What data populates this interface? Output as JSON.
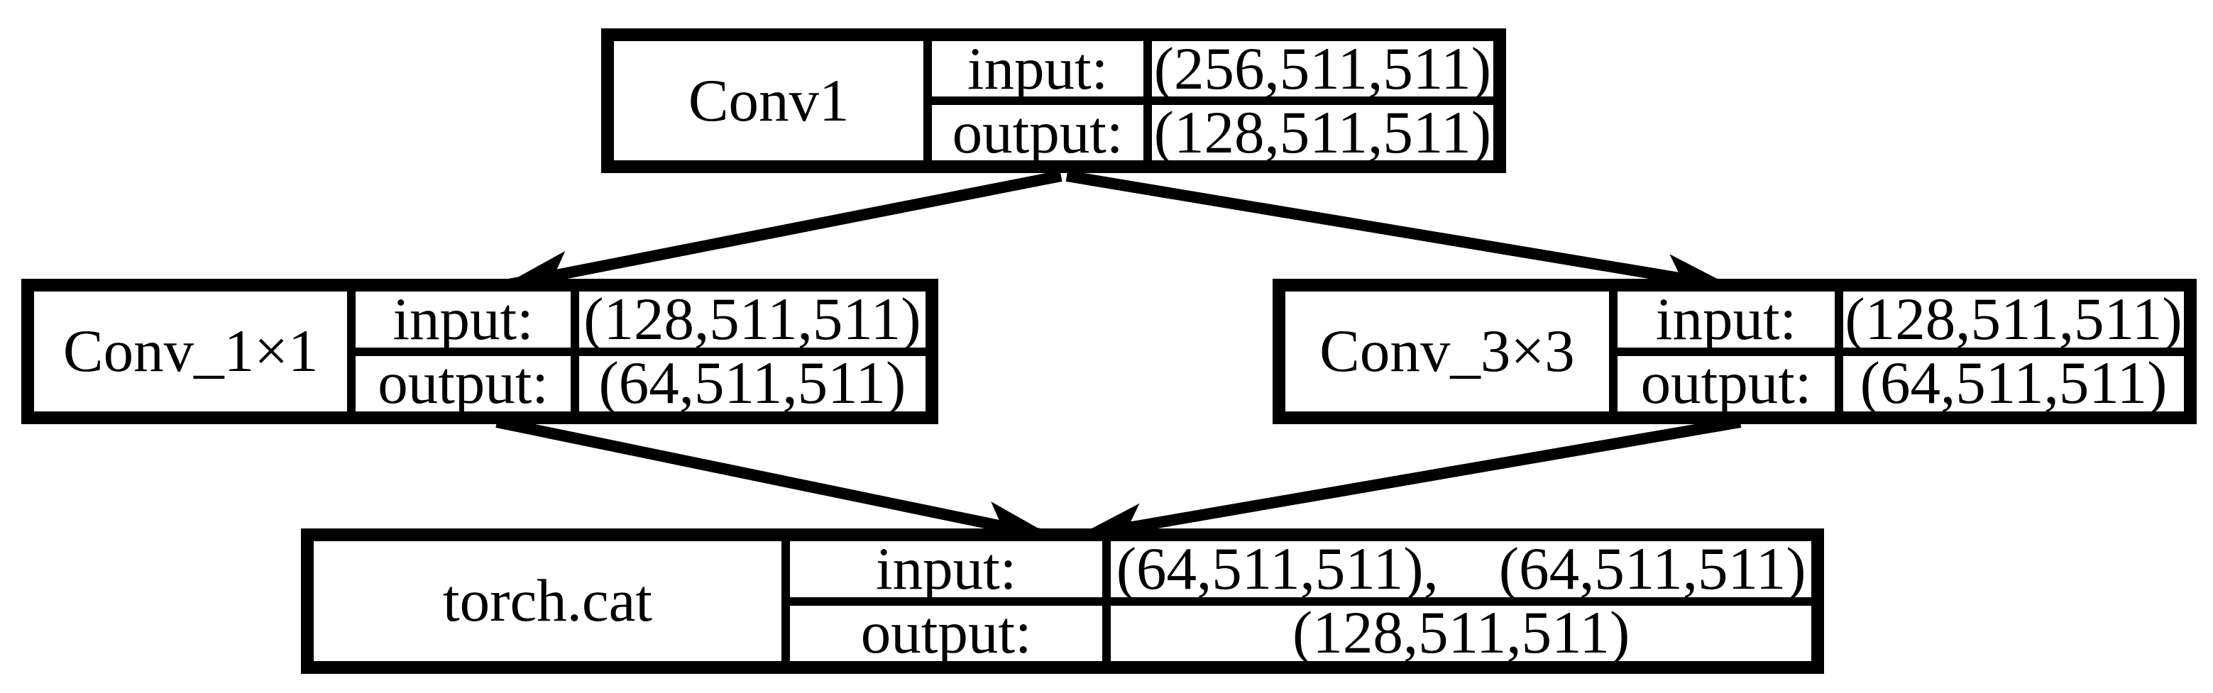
{
  "diagram": {
    "title": "conv-branch-concat-flow",
    "background_color": "#ffffff",
    "line_color": "#000000",
    "text_color": "#000000",
    "nodes": [
      {
        "id": "conv1",
        "name": "Conv1",
        "rows": [
          {
            "label": "input:",
            "value": "(256,511,511)"
          },
          {
            "label": "output:",
            "value": "(128,511,511)"
          }
        ]
      },
      {
        "id": "conv_1x1",
        "name": "Conv_1×1",
        "rows": [
          {
            "label": "input:",
            "value": "(128,511,511)"
          },
          {
            "label": "output:",
            "value": "(64,511,511)"
          }
        ]
      },
      {
        "id": "conv_3x3",
        "name": "Conv_3×3",
        "rows": [
          {
            "label": "input:",
            "value": "(128,511,511)"
          },
          {
            "label": "output:",
            "value": "(64,511,511)"
          }
        ]
      },
      {
        "id": "torch_cat",
        "name": "torch.cat",
        "rows": [
          {
            "label": "input:",
            "value": "(64,511,511),    (64,511,511)"
          },
          {
            "label": "output:",
            "value": "(128,511,511)"
          }
        ]
      }
    ],
    "edges": [
      {
        "from": "conv1",
        "to": "conv_1x1"
      },
      {
        "from": "conv1",
        "to": "conv_3x3"
      },
      {
        "from": "conv_1x1",
        "to": "torch_cat"
      },
      {
        "from": "conv_3x3",
        "to": "torch_cat"
      }
    ]
  }
}
